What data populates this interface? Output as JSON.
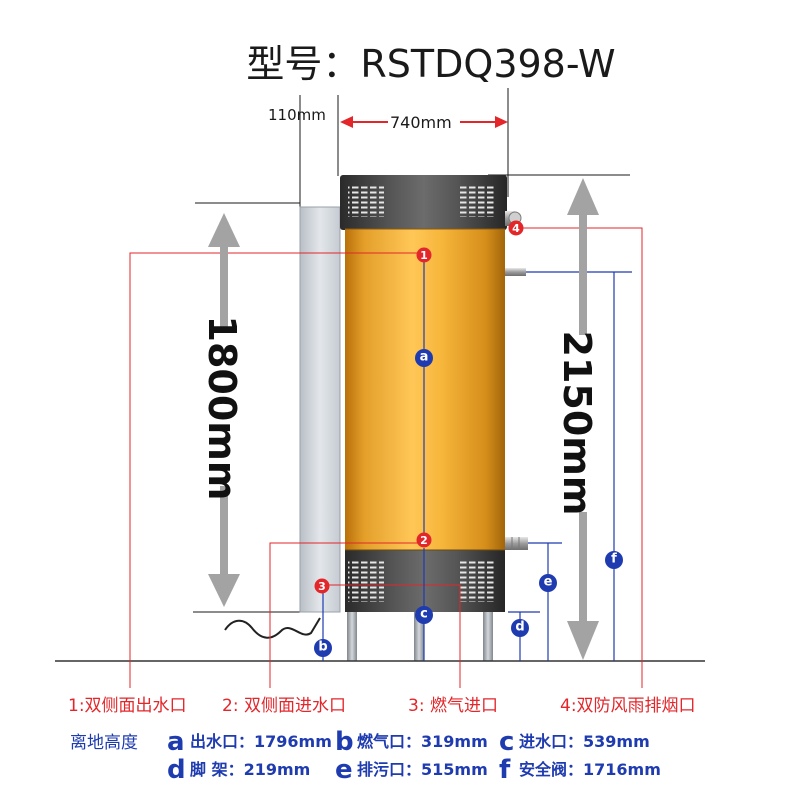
{
  "title": "型号：RSTDQ398-W",
  "dimensions": {
    "side_width": "110mm",
    "body_width": "740mm",
    "body_height": "1800mm",
    "total_height": "2150mm"
  },
  "markers": {
    "ports": [
      "1",
      "2",
      "3",
      "4"
    ],
    "heights": [
      "a",
      "b",
      "c",
      "d",
      "e",
      "f"
    ]
  },
  "port_legend": [
    "1:双侧面出水口",
    "2: 双侧面进水口",
    "3: 燃气进口",
    "4:双防风雨排烟口"
  ],
  "height_legend": {
    "heading": "离地高度",
    "items": [
      {
        "key": "a",
        "text": "出水口：1796mm"
      },
      {
        "key": "b",
        "text": "燃气口：319mm"
      },
      {
        "key": "c",
        "text": "进水口：539mm"
      },
      {
        "key": "d",
        "text": "脚 架：219mm"
      },
      {
        "key": "e",
        "text": "排污口：515mm"
      },
      {
        "key": "f",
        "text": "安全阀：1716mm"
      }
    ]
  },
  "colors": {
    "port_red": "#e3262a",
    "height_blue": "#1f3bb0",
    "arrow_gray": "#a3a3a3",
    "dim_black": "#1a1a1a"
  }
}
